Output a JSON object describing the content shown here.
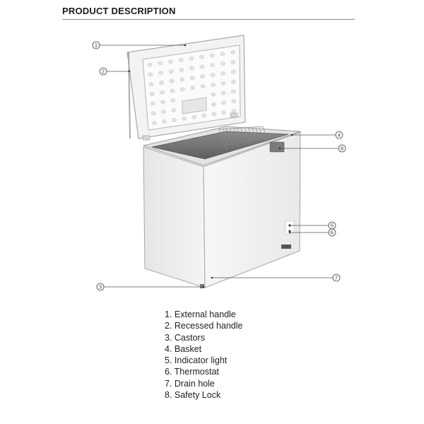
{
  "header": {
    "title": "PRODUCT DESCRIPTION"
  },
  "callouts": [
    "1",
    "2",
    "4",
    "8",
    "5",
    "6",
    "3",
    "7"
  ],
  "legend": [
    "1. External handle",
    "2. Recessed handle",
    "3. Castors",
    "4. Basket",
    "5. Indicator light",
    "6. Thermostat",
    "7. Drain hole",
    "8. Safety Lock"
  ],
  "colors": {
    "line": "#555555",
    "outline": "#9a9a9a",
    "body": "#f1f1f1",
    "interior": "#6e6e6e"
  }
}
